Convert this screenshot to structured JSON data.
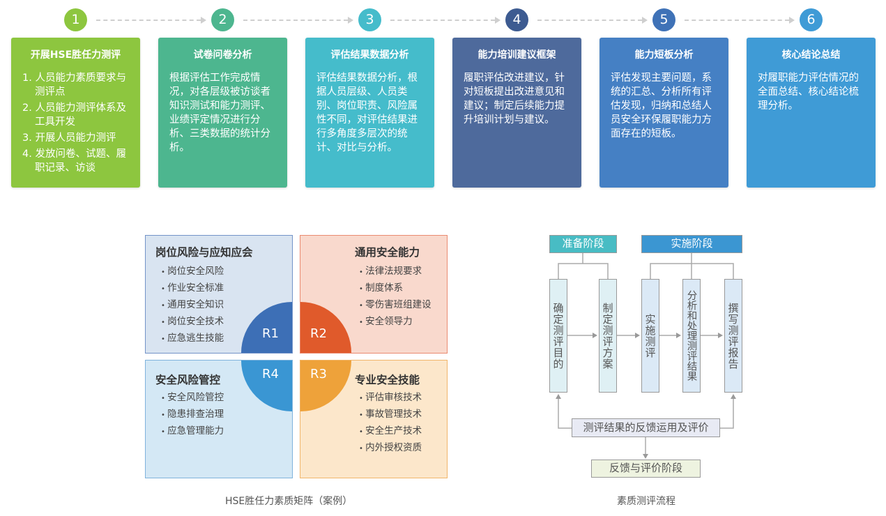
{
  "steps": [
    {
      "num": "1",
      "title": "开展HSE胜任力测评",
      "items": [
        "1. 人员能力素质要求与测评点",
        "2. 人员能力测评体系及工具开发",
        "3. 开展人员能力测评",
        "4. 发放问卷、试题、履职记录、访谈"
      ],
      "color": "#8dc63f",
      "circle": "#8dc63f"
    },
    {
      "num": "2",
      "title": "试卷问卷分析",
      "text": "根据评估工作完成情况，对各层级被访谈者知识测试和能力测评、业绩评定情况进行分析、三类数据的统计分析。",
      "color": "#4db68f",
      "circle": "#4db68f"
    },
    {
      "num": "3",
      "title": "评估结果数据分析",
      "text": "评估结果数据分析，根据人员层级、人员类别、岗位职责、风险属性不同，对评估结果进行多角度多层次的统计、对比与分析。",
      "color": "#45bccb",
      "circle": "#45bccb"
    },
    {
      "num": "4",
      "title": "能力培训建议框架",
      "text": "履职评估改进建议，针对短板提出改进意见和建议；制定后续能力提升培训计划与建议。",
      "color": "#4e6a9c",
      "circle": "#3d5b91"
    },
    {
      "num": "5",
      "title": "能力短板分析",
      "text": "评估发现主要问题，系统的汇总、分析所有评估发现，归纳和总结人员安全环保履职能力方面存在的短板。",
      "color": "#4580c4",
      "circle": "#3f72b7"
    },
    {
      "num": "6",
      "title": "核心结论总结",
      "text": "对履职能力评估情况的全面总结、核心结论梳理分析。",
      "color": "#3f9bd6",
      "circle": "#3f9bd6"
    }
  ],
  "matrix": {
    "caption": "HSE胜任力素质矩阵（案例）",
    "quadrants": [
      {
        "label": "R1",
        "title": "岗位风险与应知应会",
        "items": [
          "岗位安全风险",
          "作业安全标准",
          "通用安全知识",
          "岗位安全技术",
          "应急逃生技能"
        ]
      },
      {
        "label": "R2",
        "title": "通用安全能力",
        "items": [
          "法律法规要求",
          "制度体系",
          "零伤害班组建设",
          "安全领导力"
        ]
      },
      {
        "label": "R3",
        "title": "专业安全技能",
        "items": [
          "评估审核技术",
          "事故管理技术",
          "安全生产技术",
          "内外授权资质"
        ]
      },
      {
        "label": "R4",
        "title": "安全风险管控",
        "items": [
          "安全风险管控",
          "隐患排查治理",
          "应急管理能力"
        ]
      }
    ]
  },
  "flow": {
    "caption": "素质测评流程",
    "phase_prep": "准备阶段",
    "phase_impl": "实施阶段",
    "steps": [
      "确定测评目的",
      "制定测评方案",
      "实施测评",
      "分析和处理测评结果",
      "撰写测评报告"
    ],
    "feedback": "测评结果的反馈运用及评价",
    "phase_feedback": "反馈与评价阶段"
  }
}
